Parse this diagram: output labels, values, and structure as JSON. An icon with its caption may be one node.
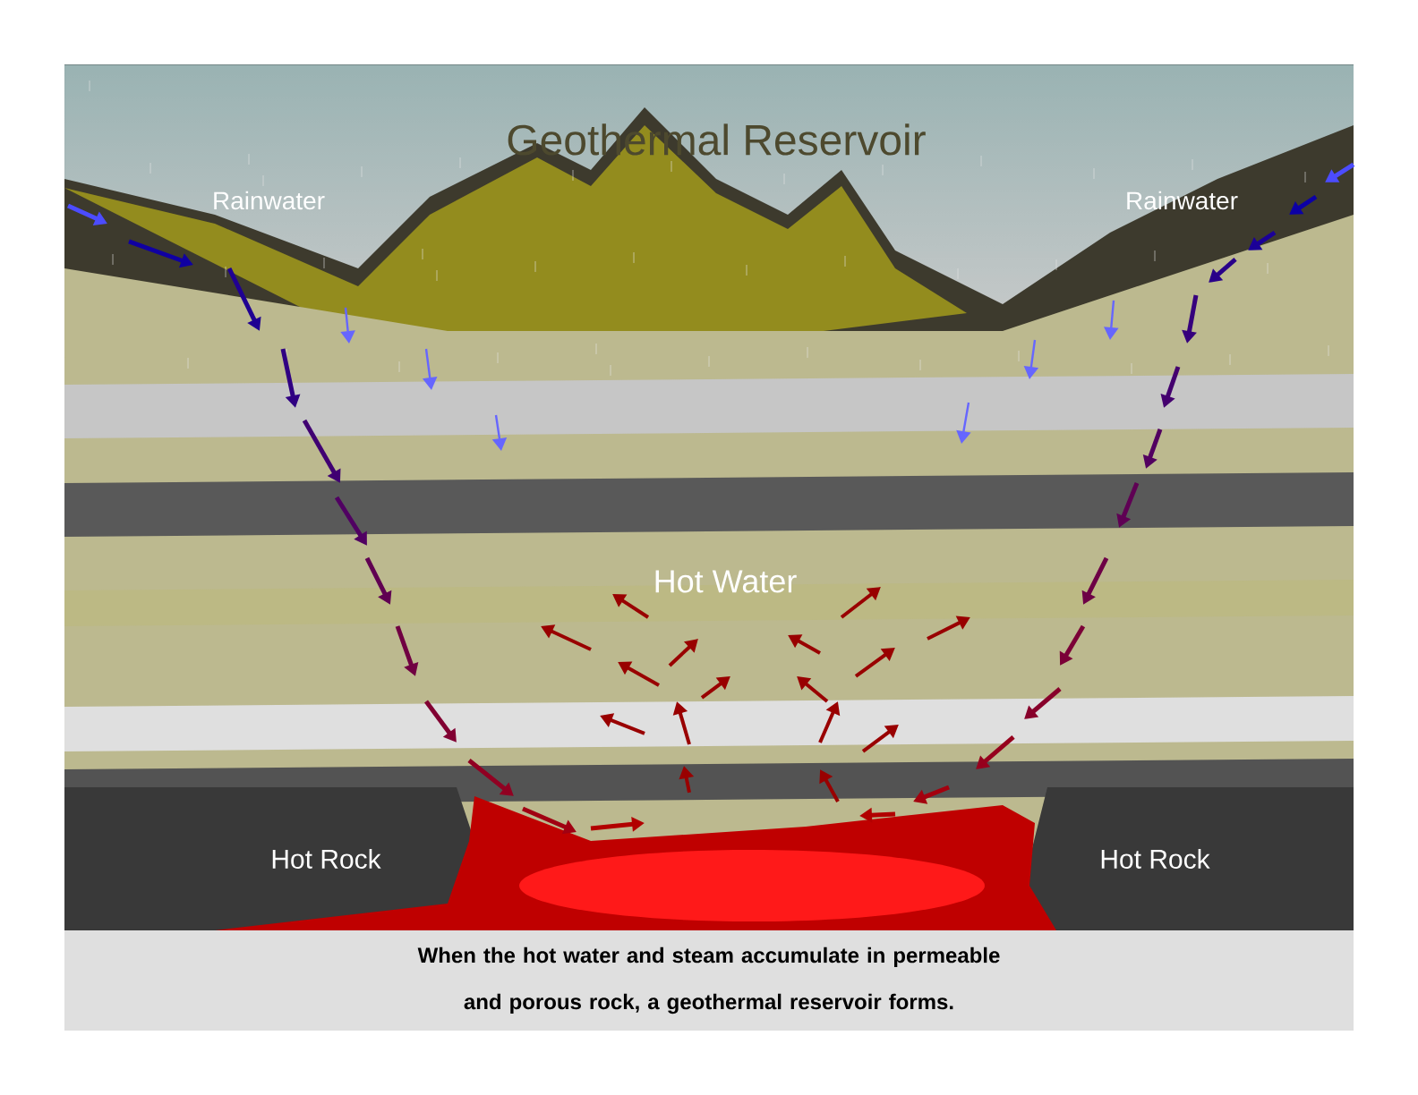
{
  "diagram": {
    "title": "Geothermal Reservoir",
    "caption": "When the hot water and steam accumulate in permeable and porous rock, a geothermal reservoir forms.",
    "labels": [
      "Rainwater",
      "Rainwater",
      "Hot Water",
      "Hot Rock",
      "Hot Rock"
    ]
  }
}
